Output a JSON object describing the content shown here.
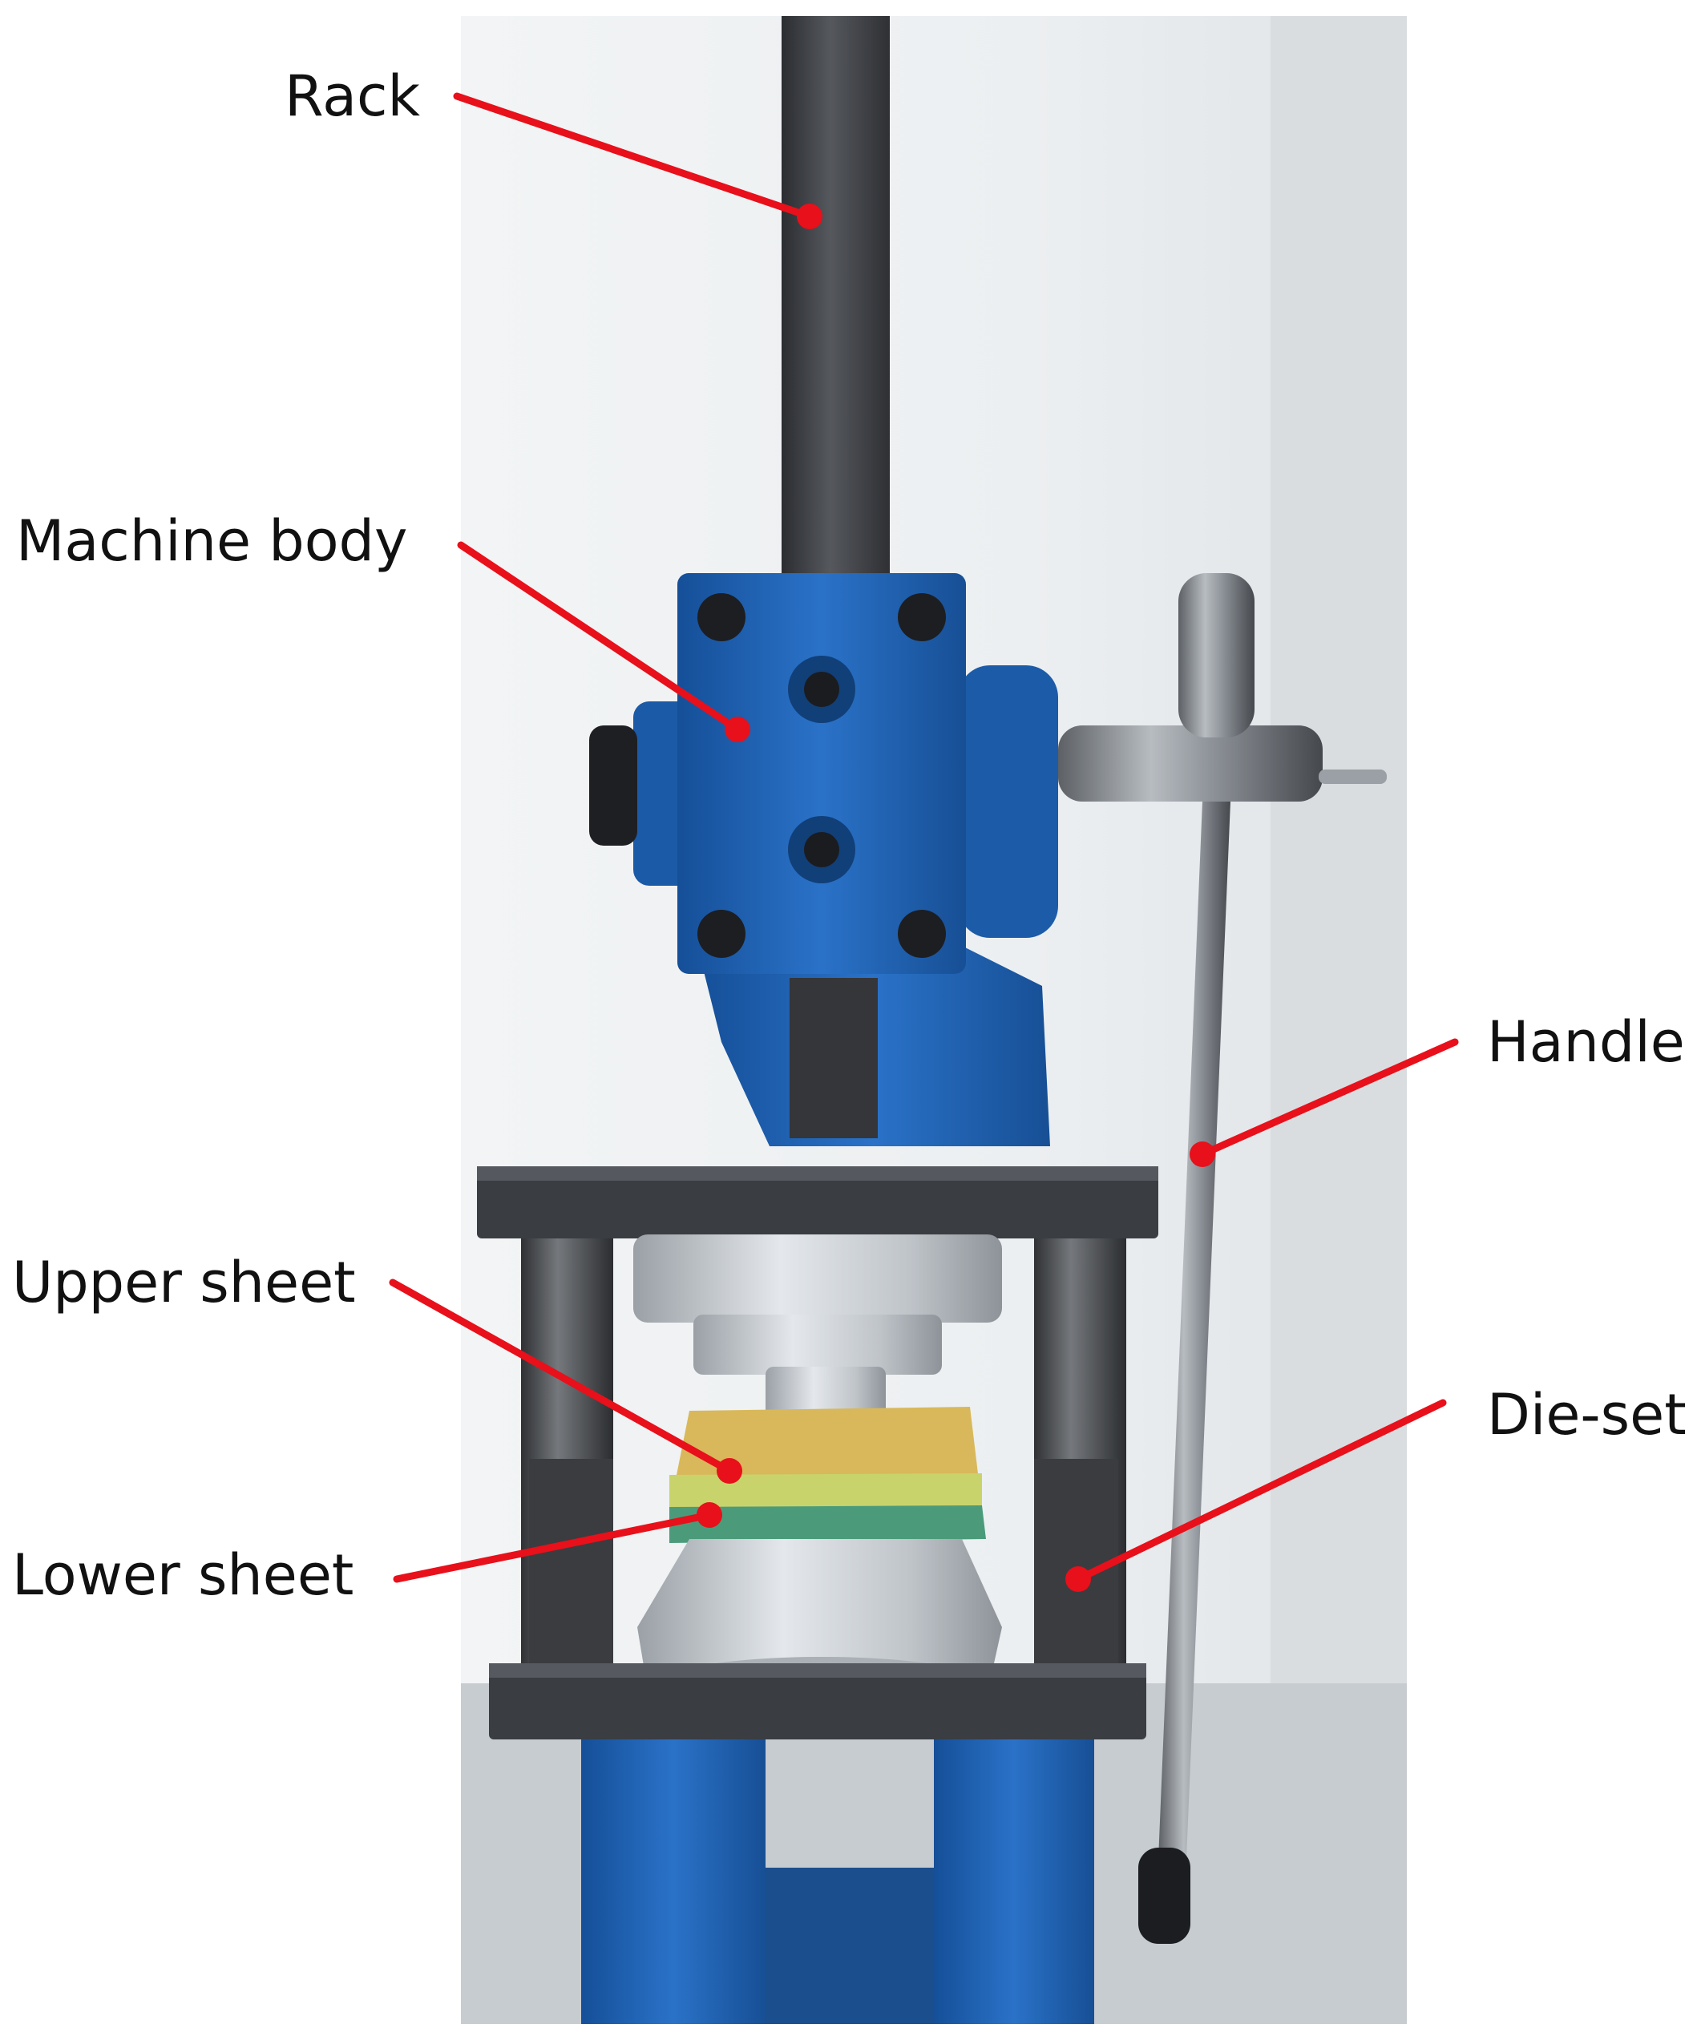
{
  "colors": {
    "leader_line": "#e8101a",
    "machine_body": "#1f64b8",
    "rack_steel": "#3c3f44",
    "plate": "#3a3d42",
    "aluminum": "#c9ced3",
    "upper_sheet": "#e0c25a",
    "lower_sheet": "#4a9a78",
    "wall": "#e9ecee"
  },
  "labels": {
    "rack": "Rack",
    "machine_body": "Machine body",
    "handle": "Handle",
    "upper_sheet": "Upper sheet",
    "die_set": "Die-set",
    "lower_sheet": "Lower sheet"
  }
}
